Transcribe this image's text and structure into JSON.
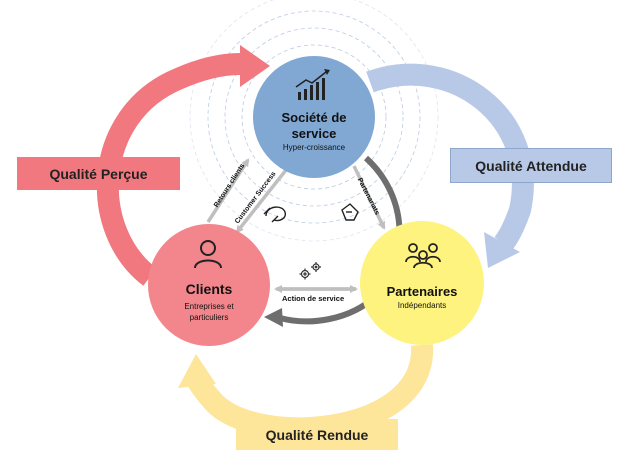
{
  "nodes": {
    "societe": {
      "title_line1": "Société de",
      "title_line2": "service",
      "subtitle": "Hyper-croissance",
      "color": "#80a8d3"
    },
    "clients": {
      "title": "Clients",
      "subtitle_line1": "Entreprises et",
      "subtitle_line2": "particuliers",
      "color": "#f3868c"
    },
    "partenaires": {
      "title": "Partenaires",
      "subtitle": "Indépendants",
      "color": "#fdf37e"
    }
  },
  "quality_labels": {
    "percue": {
      "text": "Qualité Perçue",
      "color": "#f2787f",
      "text_color": "#222222"
    },
    "attendue": {
      "text": "Qualité Attendue",
      "color": "#b8c9e8",
      "text_color": "#222222"
    },
    "rendue": {
      "text": "Qualité Rendue",
      "color": "#fde59a",
      "text_color": "#222222"
    }
  },
  "links": {
    "retours_clients": "Retours clients",
    "customer_success": "Customer Success",
    "partenariats": "Partenariats",
    "action_de_service": "Action de service"
  },
  "icons": {
    "societe": "growth-chart-icon",
    "clients": "person-icon",
    "partenaires": "group-icon",
    "customer_success": "handshake-icon",
    "partenariats": "deal-icon",
    "action": "gears-icon"
  },
  "colors": {
    "arrow_red": "#f2787f",
    "arrow_blue": "#b8c9e8",
    "arrow_yellow": "#fde59a",
    "link_gray": "#bfbfbf",
    "ring_dark": "#6e6e6e"
  }
}
